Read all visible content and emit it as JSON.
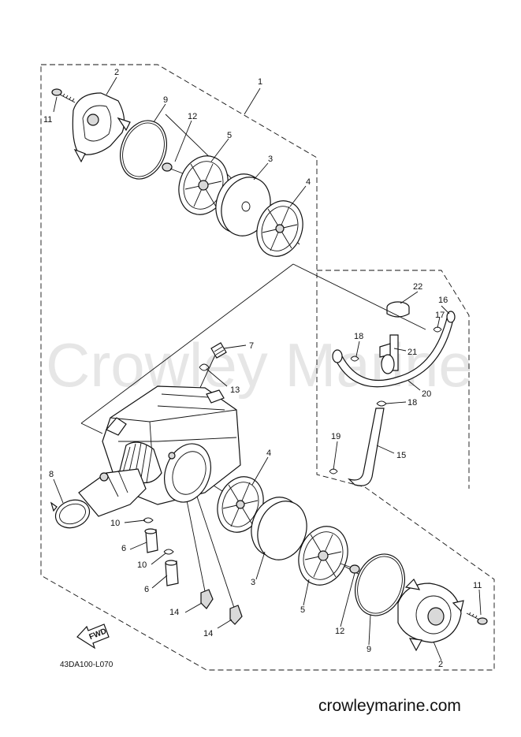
{
  "watermark": "Crowley Marine",
  "site": "crowleymarine.com",
  "drawing_code": "43DA100-L070",
  "fwd_label": "FWD",
  "callouts": [
    {
      "id": "c1",
      "text": "1"
    },
    {
      "id": "c2a",
      "text": "2"
    },
    {
      "id": "c9a",
      "text": "9"
    },
    {
      "id": "c12a",
      "text": "12"
    },
    {
      "id": "c11a",
      "text": "11"
    },
    {
      "id": "c5a",
      "text": "5"
    },
    {
      "id": "c3a",
      "text": "3"
    },
    {
      "id": "c4a",
      "text": "4"
    },
    {
      "id": "c22",
      "text": "22"
    },
    {
      "id": "c17",
      "text": "17"
    },
    {
      "id": "c16",
      "text": "16"
    },
    {
      "id": "c18a",
      "text": "18"
    },
    {
      "id": "c21",
      "text": "21"
    },
    {
      "id": "c7",
      "text": "7"
    },
    {
      "id": "c13",
      "text": "13"
    },
    {
      "id": "c20",
      "text": "20"
    },
    {
      "id": "c18b",
      "text": "18"
    },
    {
      "id": "c19",
      "text": "19"
    },
    {
      "id": "c15",
      "text": "15"
    },
    {
      "id": "c8",
      "text": "8"
    },
    {
      "id": "c4b",
      "text": "4"
    },
    {
      "id": "c10a",
      "text": "10"
    },
    {
      "id": "c6a",
      "text": "6"
    },
    {
      "id": "c10b",
      "text": "10"
    },
    {
      "id": "c6b",
      "text": "6"
    },
    {
      "id": "c3b",
      "text": "3"
    },
    {
      "id": "c5b",
      "text": "5"
    },
    {
      "id": "c14a",
      "text": "14"
    },
    {
      "id": "c14b",
      "text": "14"
    },
    {
      "id": "c12b",
      "text": "12"
    },
    {
      "id": "c9b",
      "text": "9"
    },
    {
      "id": "c11b",
      "text": "11"
    },
    {
      "id": "c2b",
      "text": "2"
    }
  ]
}
